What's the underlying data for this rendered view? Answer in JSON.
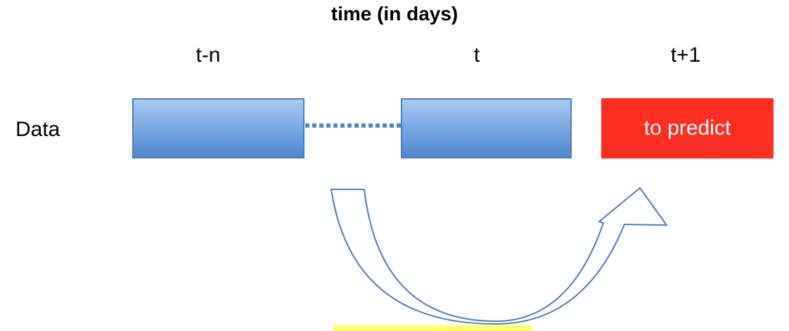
{
  "diagram": {
    "title": "time (in days)",
    "ticks": {
      "start": "t-n",
      "current": "t",
      "next": "t+1"
    },
    "row_label": "Data",
    "predict_label": "to predict"
  },
  "colors": {
    "box_fill_top": "#a9cbf4",
    "box_fill_bottom": "#4f86cf",
    "box_border": "#4a7ebb",
    "predict_fill": "#fe2e21",
    "arrow_stroke": "#4a7ebb",
    "highlight": "#ffff66"
  }
}
